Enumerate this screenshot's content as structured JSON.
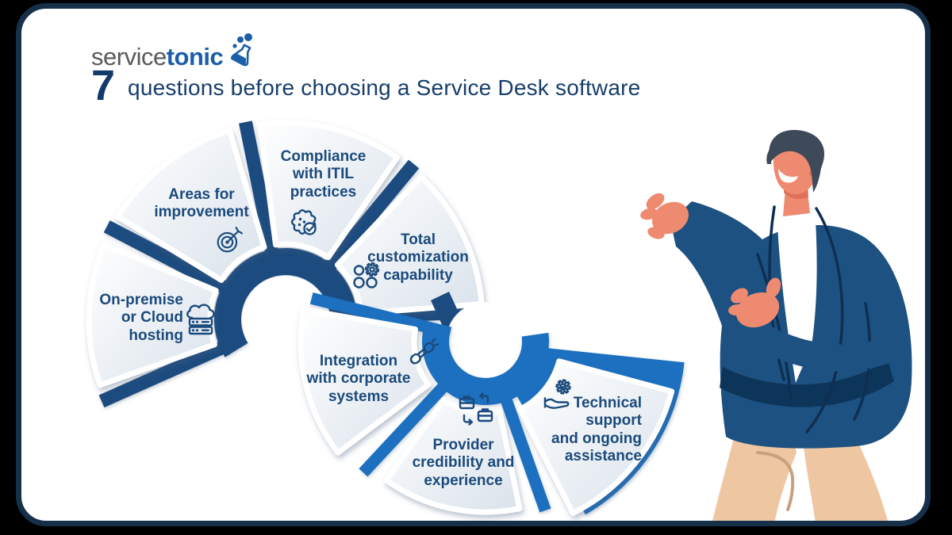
{
  "brand": {
    "logo_service": "service",
    "logo_tonic": "tonic",
    "logo_icon": "flask-icon"
  },
  "header": {
    "number": "7",
    "title": "questions before choosing a Service Desk software"
  },
  "diagram": {
    "type": "fan-infographic",
    "segments": [
      {
        "id": "areas",
        "label": "Areas for\nimprovement",
        "icon": "target-icon"
      },
      {
        "id": "compliance",
        "label": "Compliance\nwith ITIL\npractices",
        "icon": "seal-check-icon"
      },
      {
        "id": "total-customization",
        "label": "Total\ncustomization\ncapability",
        "icon": "gears-icon"
      },
      {
        "id": "on-premise",
        "label": "On-premise\nor Cloud\nhosting",
        "icon": "cloud-server-icon"
      },
      {
        "id": "integration",
        "label": "Integration\nwith corporate\nsystems",
        "icon": "plug-icon"
      },
      {
        "id": "provider",
        "label": "Provider\ncredibility and\nexperience",
        "icon": "briefcase-swap-icon"
      },
      {
        "id": "technical",
        "label": "Technical\nsupport\nand ongoing\nassistance",
        "icon": "hand-gear-icon"
      }
    ]
  },
  "colors": {
    "navy_dark": "#1c4b7f",
    "blue_bright": "#1a70bf",
    "text_navy": "#1b4a7c",
    "title_navy": "#173e6b",
    "logo_gray": "#58595b",
    "logo_blue": "#1b5fa8",
    "card_border": "#16304a",
    "suit": "#1d5181",
    "suit_shadow": "#0d3459",
    "skin": "#ee8a70",
    "hair": "#3e4a59",
    "pants": "#eec7a2"
  }
}
